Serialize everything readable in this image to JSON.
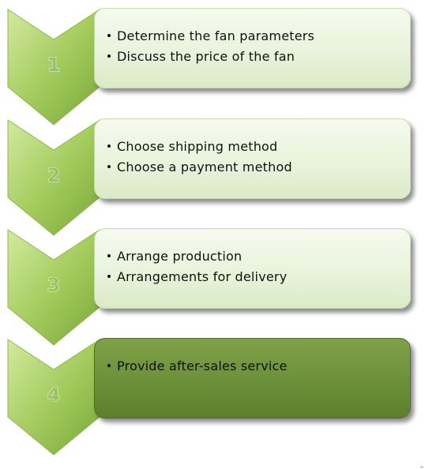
{
  "steps": [
    {
      "number": "1",
      "items": [
        "Determine the fan parameters",
        "Discuss the price of the fan"
      ],
      "highlight": false
    },
    {
      "number": "2",
      "items": [
        "Choose shipping method",
        "Choose a payment method"
      ],
      "highlight": false
    },
    {
      "number": "3",
      "items": [
        "Arrange production",
        "Arrangements for delivery"
      ],
      "highlight": false
    },
    {
      "number": "4",
      "items": [
        "Provide after-sales service"
      ],
      "highlight": true
    }
  ],
  "colors": {
    "chevron_light": "#c9e08f",
    "chevron_dark": "#76a33a",
    "box_light": "#e9f3dc",
    "box_dark": "#6c9039",
    "number": "#9bc262"
  }
}
